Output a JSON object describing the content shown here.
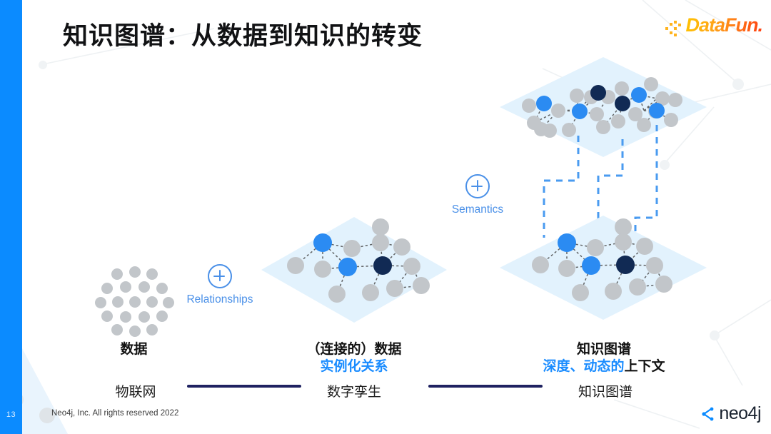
{
  "slide": {
    "page_number": "13",
    "title": "知识图谱：从数据到知识的转变",
    "copyright": "Neo4j, Inc. All rights reserved 2022",
    "rail_color": "#0b8bff"
  },
  "brand": {
    "datafun_logo_text": "DataFun.",
    "neo4j_logo_text": "neo4j",
    "datafun_accent": "#ff7a18",
    "neo4j_accent": "#0b8bff"
  },
  "connectors": [
    {
      "name": "relationships",
      "icon": "plus-circle-icon",
      "label": "Relationships"
    },
    {
      "name": "semantics",
      "icon": "plus-circle-icon",
      "label": "Semantics"
    }
  ],
  "stages": [
    {
      "key": "data",
      "heading": "数据",
      "subheading": "",
      "subheading_blue": "",
      "timeline_label": "物联网",
      "visual": "dot-cluster"
    },
    {
      "key": "connected-data",
      "heading": "（连接的）数据",
      "subheading_blue": "实例化关系",
      "subheading": "",
      "timeline_label": "数字孪生",
      "visual": "single-layer-graph"
    },
    {
      "key": "knowledge-graph",
      "heading": "知识图谱",
      "subheading_blue": "深度、动态的",
      "subheading": "上下文",
      "timeline_label": "知识图谱",
      "visual": "two-layer-graph"
    }
  ],
  "palette": {
    "node_gray": "#c2c6ca",
    "node_blue": "#2b8bf2",
    "node_navy": "#112a54",
    "plane_fill": "#e2f2fd",
    "edge": "#4a4a4a",
    "layer_link": "#4a9bf0",
    "timeline_line": "#1f2261"
  }
}
